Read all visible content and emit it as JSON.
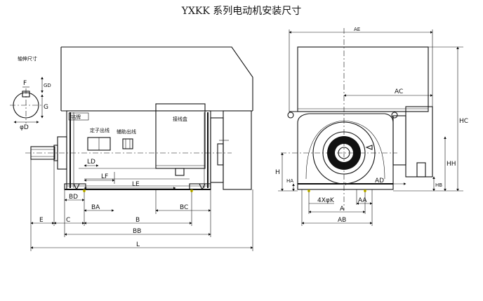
{
  "title": "YXKK 系列电动机安装尺寸",
  "side_view": {
    "detail_label": "轴伸尺寸",
    "box_labels": {
      "nameplate": "铭牌",
      "stator_outlet": "定子出线",
      "aux_outlet": "辅助出线",
      "terminal_box": "接线盒"
    },
    "dimensions": {
      "F": "F",
      "GD": "GD",
      "G": "G",
      "D": "φD",
      "LD": "LD",
      "LF": "LF",
      "LE": "LE",
      "BD": "BD",
      "BA": "BA",
      "B": "B",
      "BC": "BC",
      "E": "E",
      "C": "C",
      "BB": "BB",
      "L": "L"
    }
  },
  "end_view": {
    "dimensions": {
      "AE": "AE",
      "AC": "AC",
      "HC": "HC",
      "H": "H",
      "HA": "HA",
      "HH": "HH",
      "HB": "HB",
      "AD": "AD",
      "hole": "4XφK",
      "AA": "AA",
      "A": "A",
      "AB": "AB"
    }
  }
}
